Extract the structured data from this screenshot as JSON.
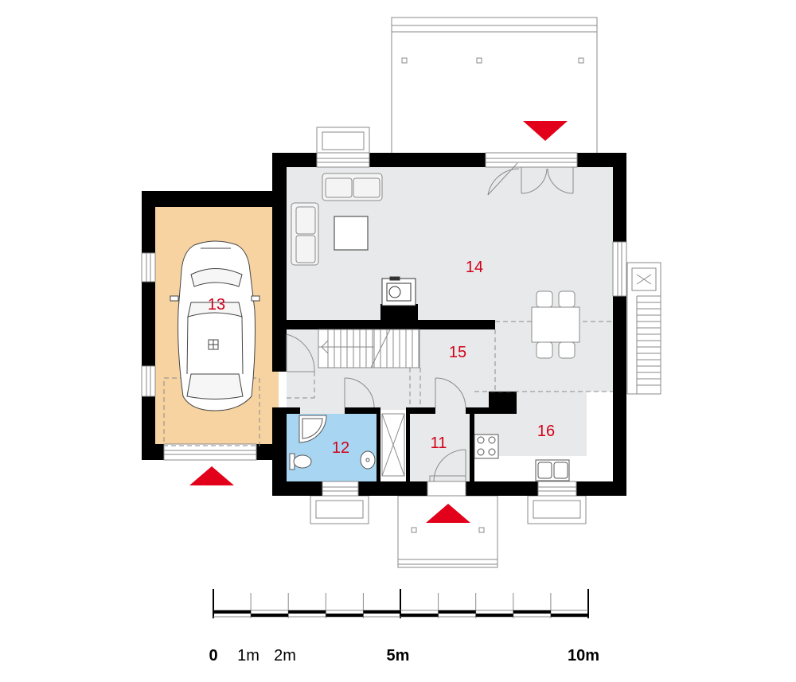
{
  "colors": {
    "wall": "#000000",
    "room_floor": "#e8e9ea",
    "garage_floor": "#f7d3a1",
    "bathroom_floor": "#a8d6f2",
    "outline": "#8a8a8a",
    "arrow": "#e2001a",
    "label": "#d0021b"
  },
  "rooms": [
    {
      "id": "11",
      "label": "11"
    },
    {
      "id": "12",
      "label": "12"
    },
    {
      "id": "13",
      "label": "13"
    },
    {
      "id": "14",
      "label": "14"
    },
    {
      "id": "15",
      "label": "15"
    },
    {
      "id": "16",
      "label": "16"
    }
  ],
  "scale_bar": {
    "labels": [
      {
        "text": "0",
        "bold": true
      },
      {
        "text": "1m",
        "bold": false
      },
      {
        "text": "2m",
        "bold": false
      },
      {
        "text": "5m",
        "bold": true
      },
      {
        "text": "10m",
        "bold": true
      }
    ]
  },
  "entrances": [
    "garage-entrance",
    "main-entrance",
    "terrace-entrance"
  ]
}
